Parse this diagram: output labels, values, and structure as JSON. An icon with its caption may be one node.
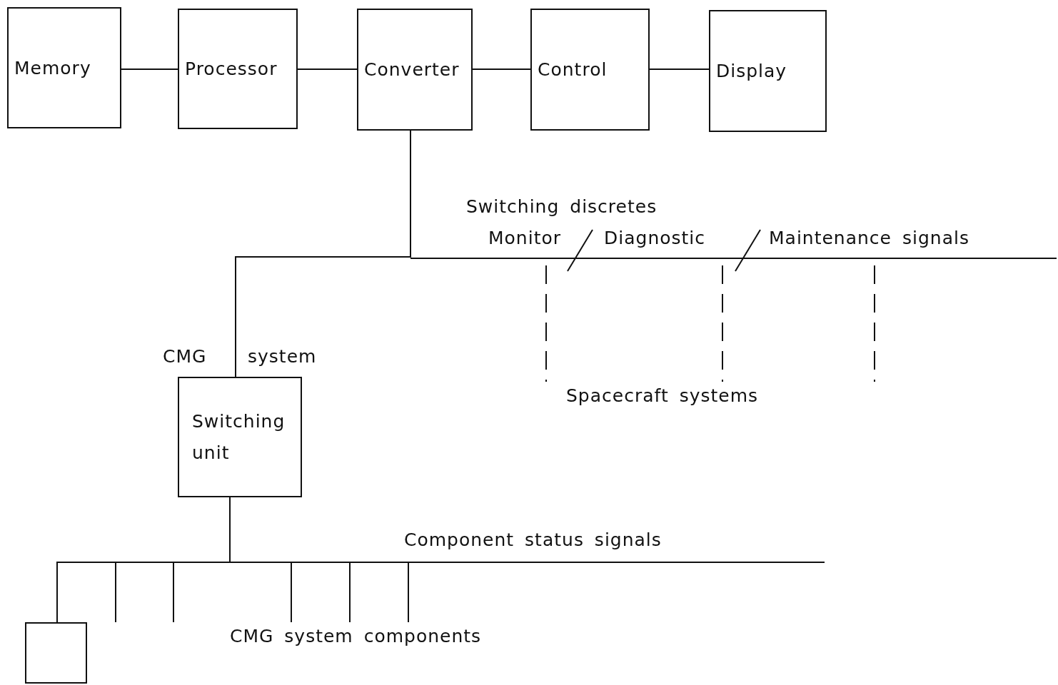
{
  "diagram": {
    "nodes": [
      {
        "text": [
          "Memory"
        ]
      },
      {
        "text": [
          "Processor"
        ]
      },
      {
        "text": [
          "Converter"
        ]
      },
      {
        "text": [
          "Control"
        ]
      },
      {
        "text": [
          "Display"
        ]
      },
      {
        "text": [
          "Switching unit"
        ]
      },
      {
        "text": [],
        "shape": "box"
      }
    ],
    "edges": [
      {
        "from": 0,
        "to": 1,
        "arrow": "none"
      },
      {
        "from": 1,
        "to": 2,
        "arrow": "none"
      },
      {
        "from": 2,
        "to": 3,
        "arrow": "none"
      },
      {
        "from": 3,
        "to": 4,
        "arrow": "none"
      },
      {
        "from": 2,
        "to": 5,
        "arrow": "none"
      },
      {
        "from": 5,
        "to": 6,
        "arrow": "none"
      }
    ],
    "labels": [
      "Switching discretes",
      "Monitor",
      "Diagnostic",
      "Maintenance signals",
      "CMG",
      "system",
      "Spacecraft systems",
      "Component status signals",
      "CMG system components"
    ]
  }
}
